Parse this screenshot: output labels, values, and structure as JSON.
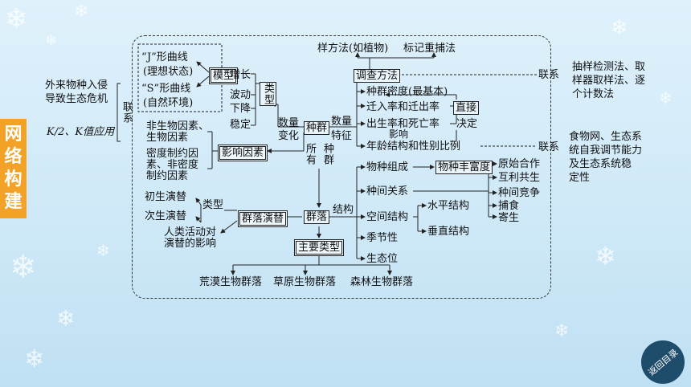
{
  "side_title": [
    "网",
    "络",
    "构",
    "建"
  ],
  "left": {
    "invasion": [
      "外来物种入侵",
      "导致生态危机"
    ],
    "k_apply": "K/2、K值应用",
    "link": "联系"
  },
  "right": {
    "sampling": [
      "抽样检测法、取",
      "样器取样法、逐",
      "个计数法"
    ],
    "link1": "联系",
    "foodweb": [
      "食物网、生态系",
      "统自我调节能力",
      "及生态系统稳",
      "定性"
    ],
    "link2": "联系"
  },
  "nodes": {
    "j_curve": "“J”形曲线",
    "j_sub": "(理想状态)",
    "s_curve": "“S”形曲线",
    "s_sub": "(自然环境)",
    "model": "模型",
    "grow": "增长",
    "fluctuate": "波动",
    "decline": "下降",
    "stable": "稳定",
    "type": "类型",
    "quantity_change": [
      "数量",
      "变化"
    ],
    "population": "种群",
    "quantity_feature": [
      "数量",
      "特征"
    ],
    "all": "所有",
    "pop_all": "种群",
    "abiotic": [
      "非生物因素、",
      "生物因素"
    ],
    "density": [
      "密度制约因",
      "素、非密度",
      "制约因素"
    ],
    "influence": "影响因素",
    "sample": "样方法(如植物)",
    "mark": "标记重捕法",
    "survey": "调查方法",
    "density_basic": "种群密度(最基本)",
    "migration": "迁入率和迁出率",
    "birth_death": "出生率和死亡率",
    "direct": "直接",
    "decide": "决定",
    "affect": "影响",
    "age_sex": "年龄结构和性别比例",
    "primary": "初生演替",
    "secondary": "次生演替",
    "succ_type": "类型",
    "human": [
      "人类活动对",
      "演替的影响"
    ],
    "succession": "群落演替",
    "community": "群落",
    "structure": "结构",
    "main_type": "主要类型",
    "species_comp": "物种组成",
    "richness": "物种丰富度",
    "interspecies": "种间关系",
    "spatial": "空间结构",
    "horizontal": "水平结构",
    "vertical": "垂直结构",
    "seasonal": "季节性",
    "niche": "生态位",
    "cooperation": "原始合作",
    "mutualism": "互利共生",
    "competition": "种间竞争",
    "predation": "捕食",
    "parasitism": "寄生",
    "desert": "荒漠生物群落",
    "grassland": "草原生物群落",
    "forest": "森林生物群落"
  },
  "back_button": "返回目录"
}
